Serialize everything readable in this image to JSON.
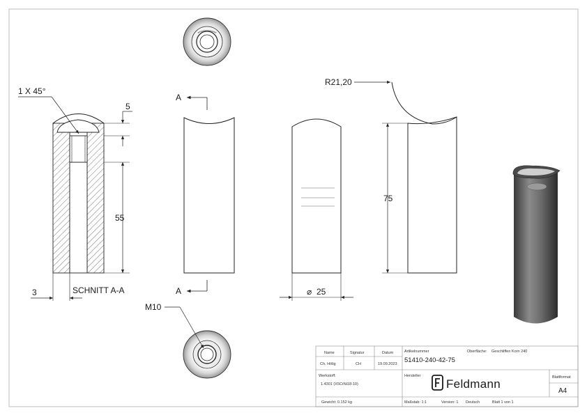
{
  "section_view": {
    "chamfer": "1 X 45°",
    "depth_dim": "5",
    "length_dim": "55",
    "wall_dim": "3",
    "label": "SCHNITT A-A"
  },
  "front_view": {
    "cut_top": "A",
    "cut_bottom": "A"
  },
  "side_view": {
    "diameter_dim": "25",
    "diameter_symbol": "⌀"
  },
  "profile_view": {
    "radius_dim": "R21,20",
    "height_dim": "75"
  },
  "bottom_view": {
    "thread_dim": "M10"
  },
  "title_block": {
    "name_header": "Name",
    "signature_header": "Signatur",
    "date_header": "Datum",
    "name": "Ch. Hölig",
    "signature": "CH",
    "date": "19.09.2023",
    "article_label": "Artikelnummer",
    "article_number": "51410-240-42-75",
    "surface_label": "Oberfläche:",
    "surface_value": "Geschliffen Korn 240",
    "material_label": "Werkstoff:",
    "material_value": "1.4301 (X5CrNi18-10)",
    "manufacturer_label": "Hersteller",
    "brand": "Feldmann",
    "format_label": "Blattformat",
    "format_value": "A4",
    "weight": "Gewicht: 0.152 kg",
    "scale": "Maßstab: 1:1",
    "version": "Version: 1",
    "language": "Deutsch",
    "sheet": "Blatt 1 von 1"
  }
}
